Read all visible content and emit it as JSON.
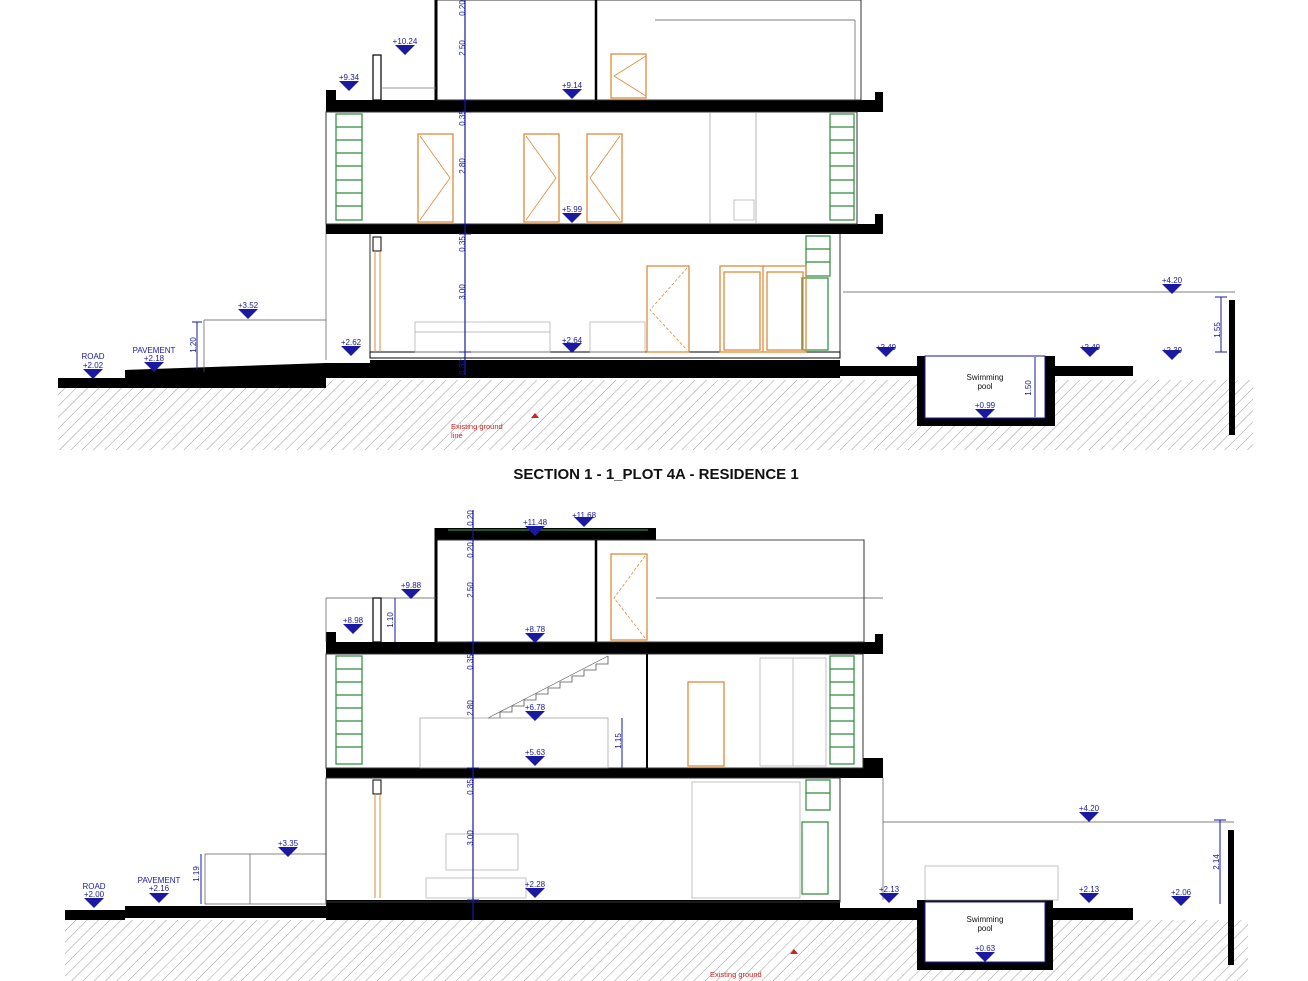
{
  "section1": {
    "title": "SECTION 1 - 1_PLOT 4A - RESIDENCE 1",
    "levels": {
      "roof_top": "+10.24",
      "terrace": "+9.34",
      "second_floor": "+9.14",
      "first_floor": "+5.99",
      "garden_upper": "+3.52",
      "entrance": "+2.62",
      "ground_floor": "+2.64",
      "pool_deck_left": "+2.49",
      "pool_deck_right": "+2.49",
      "garden_right": "+2.39",
      "wall_top": "+4.20",
      "pool_bottom": "+0.99",
      "pavement": "+2.18",
      "road": "+2.02"
    },
    "dimensions": {
      "d_020": "0.20",
      "d_250": "2.50",
      "d_035a": "0.35",
      "d_280": "2.80",
      "d_035b": "0.35",
      "d_300": "3.00",
      "d_120": "1.20",
      "d_155": "1.55",
      "d_150": "1.50",
      "d_small": "0.32"
    },
    "labels": {
      "road": "ROAD",
      "pavement": "PAVEMENT",
      "pool_line1": "Swimming",
      "pool_line2": "pool",
      "ground_line1": "Existing ground",
      "ground_line2": "line"
    }
  },
  "section2": {
    "levels": {
      "roof_a": "+11.48",
      "roof_b": "+11.68",
      "parapet": "+9.88",
      "terrace": "+8.98",
      "second_floor": "+8.78",
      "stair_landing": "+6.78",
      "first_floor": "+5.63",
      "garden_upper": "+3.35",
      "ground_floor": "+2.28",
      "pool_deck_left": "+2.13",
      "pool_deck_right": "+2.13",
      "garden_right": "+2.06",
      "wall_top": "+4.20",
      "pool_bottom": "+0.63",
      "pavement": "+2.16",
      "road": "+2.00"
    },
    "dimensions": {
      "d_020a": "0.20",
      "d_020b": "0.20",
      "d_250": "2.50",
      "d_110": "1.10",
      "d_035a": "0.35",
      "d_280": "2.80",
      "d_115": "1.15",
      "d_035b": "0.35",
      "d_300": "3.00",
      "d_119": "1.19",
      "d_214": "2.14"
    },
    "labels": {
      "road": "ROAD",
      "pavement": "PAVEMENT",
      "pool_line1": "Swimming",
      "pool_line2": "pool",
      "ground_line1": "Existing ground"
    }
  },
  "colors": {
    "ink": "#000000",
    "level_marker": "#1a1aa0",
    "door_frame": "#e08a3a",
    "window_green": "#2c8a3a",
    "ground_hatch": "#9a9a9a",
    "annotation_red": "#d12020"
  }
}
